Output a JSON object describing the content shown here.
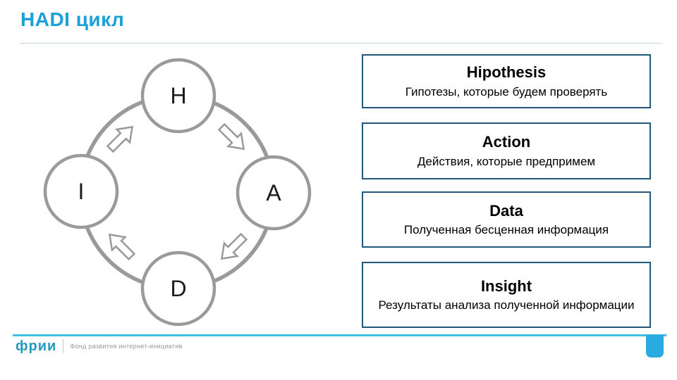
{
  "slide": {
    "title": "HADI цикл",
    "footer": {
      "logo": "фрии",
      "tagline": "Фонд развития интернет-инициатив"
    }
  },
  "diagram": {
    "type": "cycle",
    "direction": "clockwise",
    "nodes": [
      {
        "id": "hypothesis",
        "label": "H"
      },
      {
        "id": "action",
        "label": "A"
      },
      {
        "id": "data",
        "label": "D"
      },
      {
        "id": "insight",
        "label": "I"
      }
    ],
    "arrows": [
      "H-to-A",
      "A-to-D",
      "D-to-I",
      "I-to-H"
    ]
  },
  "boxes": [
    {
      "heading": "Hipothesis",
      "description": "Гипотезы, которые будем проверять"
    },
    {
      "heading": "Action",
      "description": "Действия, которые предпримем"
    },
    {
      "heading": "Data",
      "description": "Полученная бесценная информация"
    },
    {
      "heading": "Insight",
      "description": "Результаты анализа полученной информации"
    }
  ],
  "colors": {
    "title_blue": "#1ba0d8",
    "box_border": "#20587a",
    "cycle_gray": "#9a9a9a",
    "accent_line": "#41bee2",
    "tab_blue": "#29abe2",
    "logo_teal": "#2599bb"
  }
}
